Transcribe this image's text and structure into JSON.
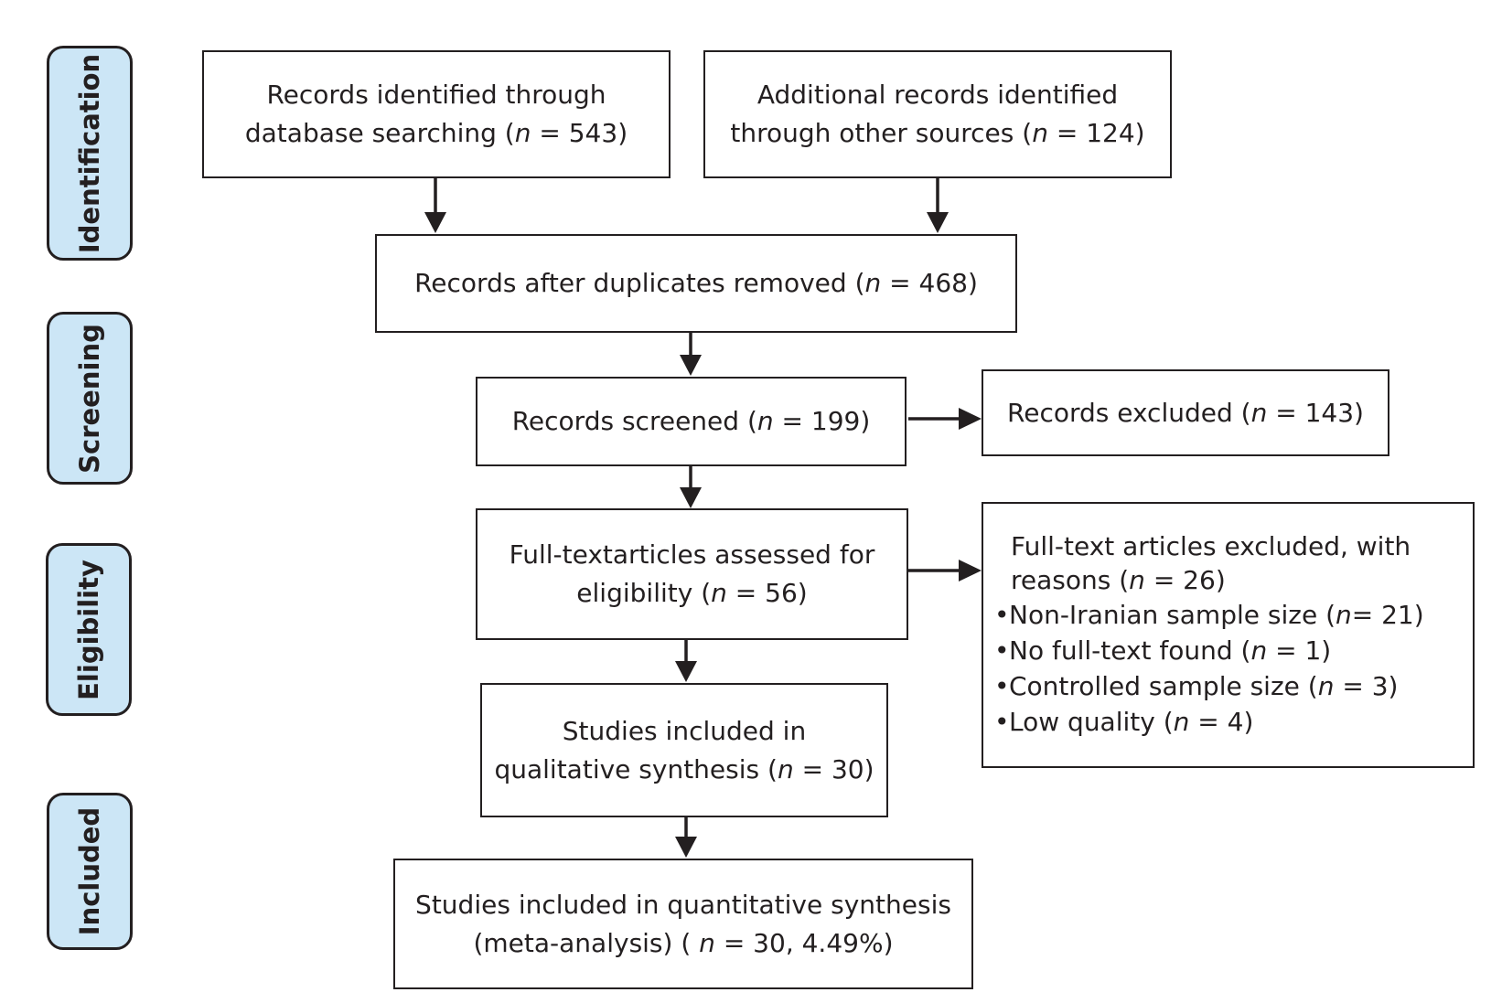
{
  "phases": {
    "identification": "Identification",
    "screening": "Screening",
    "eligibility": "Eligibility",
    "included": "Included"
  },
  "boxes": {
    "db_search": {
      "line1": "Records identified through",
      "line2_pre": "database searching (",
      "n": "n",
      "line2_post": " = 543)"
    },
    "other_sources": {
      "line1": "Additional records identified",
      "line2_pre": "through other sources (",
      "n": "n",
      "line2_post": " = 124)"
    },
    "duplicates_removed": {
      "line1_pre": "Records after duplicates removed (",
      "n": "n",
      "line1_post": " = 468)"
    },
    "screened": {
      "line1_pre": "Records screened (",
      "n": "n",
      "line1_post": " = 199)"
    },
    "excluded": {
      "line1_pre": "Records excluded (",
      "n": "n",
      "line1_post": " = 143)"
    },
    "fulltext_assessed": {
      "line1": "Full-textarticles assessed for",
      "line2_pre": "eligibility (",
      "n": "n",
      "line2_post": " = 56)"
    },
    "fulltext_excluded": {
      "title1": "Full-text articles excluded, with",
      "title2_pre": "reasons (",
      "n": "n",
      "title2_post": " = 26)",
      "bullet_char": "•",
      "reasons": [
        {
          "pre": "Non-Iranian sample size (",
          "n": "n",
          "post": "= 21)"
        },
        {
          "pre": "No full-text found (",
          "n": "n",
          "post": " = 1)"
        },
        {
          "pre": "Controlled sample size (",
          "n": "n",
          "post": " = 3)"
        },
        {
          "pre": "Low quality (",
          "n": "n",
          "post": " = 4)"
        }
      ]
    },
    "qualitative": {
      "line1": "Studies included in",
      "line2_pre": "qualitative synthesis (",
      "n": "n",
      "line2_post": " = 30)"
    },
    "quantitative": {
      "line1": "Studies included in quantitative synthesis",
      "line2_pre": "(meta-analysis) ( ",
      "n": "n",
      "line2_post": " = 30, 4.49%)"
    }
  }
}
